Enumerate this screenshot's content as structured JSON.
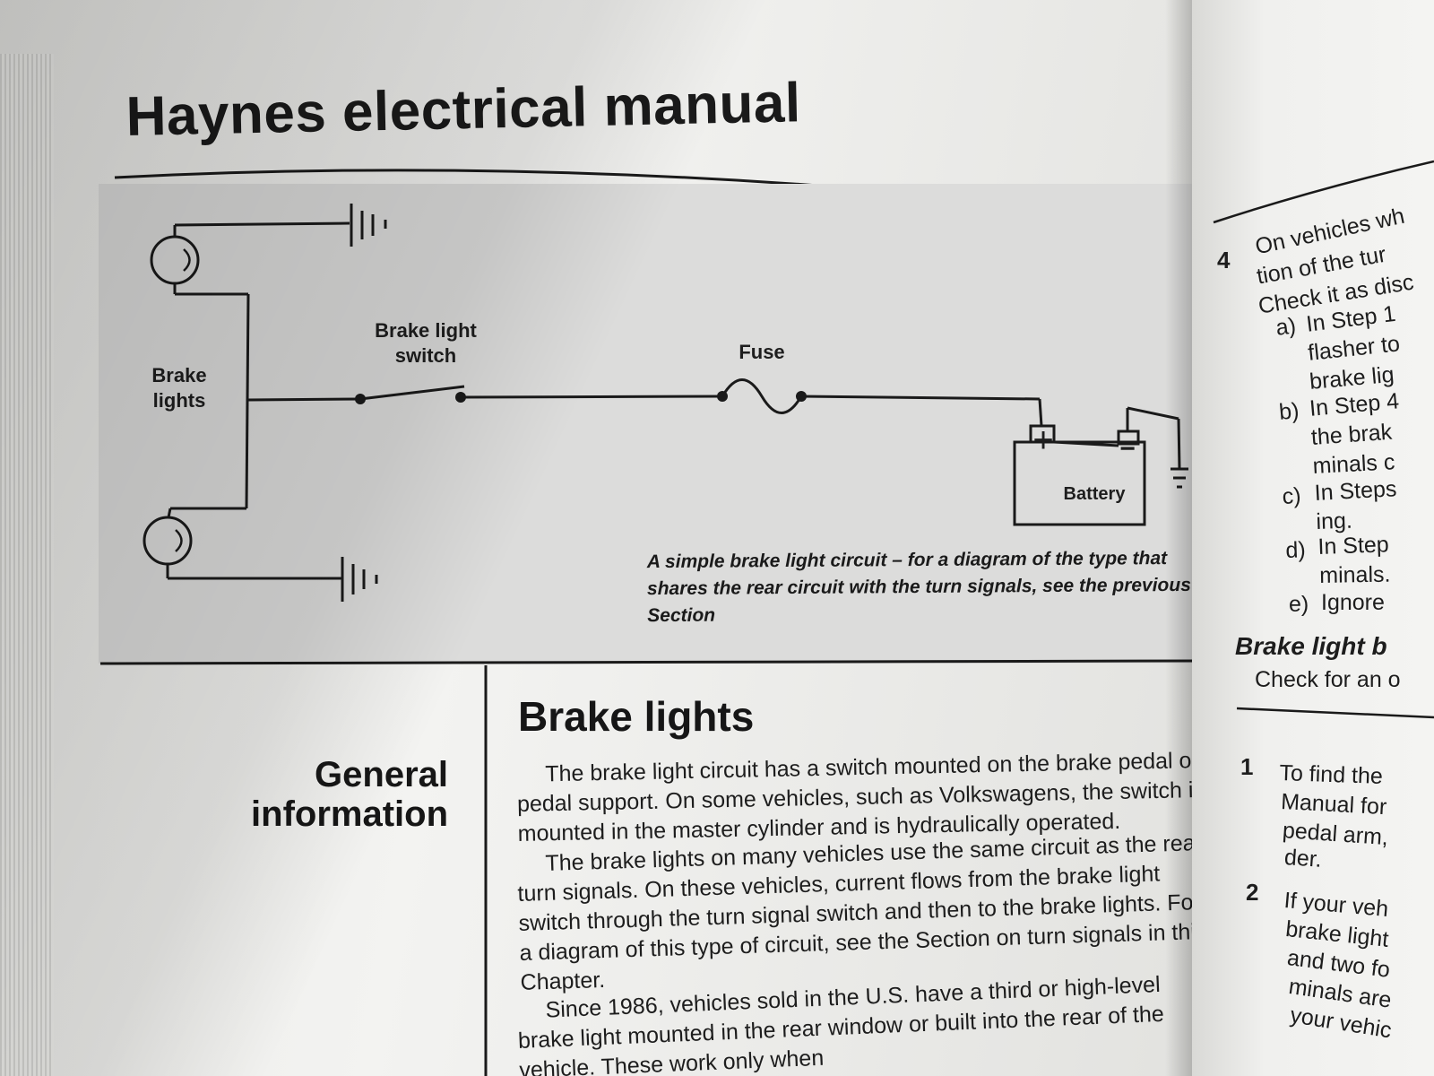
{
  "header": {
    "title": "Haynes electrical manual"
  },
  "diagram": {
    "labels": {
      "brake_lights": "Brake lights",
      "switch": "Brake light switch",
      "fuse": "Fuse",
      "battery": "Battery",
      "plus": "+",
      "minus": "−"
    },
    "caption": "A simple brake light circuit – for a diagram of the type that shares the rear circuit with the turn signals, see the previous Section"
  },
  "section": {
    "side_heading": "General information",
    "title": "Brake lights",
    "paragraphs": [
      "The brake light circuit has a switch mounted on the brake pedal or pedal support. On some vehicles, such as Volkswagens, the switch is mounted in the master cylinder and is hydraulically operated.",
      "The brake lights on many vehicles use the same circuit as the rear turn signals. On these vehicles, current flows from the brake light switch through the turn signal switch and then to the brake lights. For a diagram of this type of circuit, see the Section on turn signals in this Chapter.",
      "Since 1986, vehicles sold in the U.S. have a third or high-level brake light mounted in the rear window or built into the rear of the vehicle. These work only when"
    ]
  },
  "right_page": {
    "step4_number": "4",
    "step4_lines": [
      "On vehicles wh",
      "tion of the tur",
      "Check it as disc"
    ],
    "substeps": [
      {
        "label": "a)",
        "lines": [
          "In Step 1",
          "flasher to",
          "brake lig"
        ]
      },
      {
        "label": "b)",
        "lines": [
          "In Step 4",
          "the brak",
          "minals c"
        ]
      },
      {
        "label": "c)",
        "lines": [
          "In Steps",
          "ing."
        ]
      },
      {
        "label": "d)",
        "lines": [
          "In Step",
          "minals."
        ]
      },
      {
        "label": "e)",
        "lines": [
          "Ignore"
        ]
      }
    ],
    "subheading": "Brake light b",
    "subheading_text": "Check for an o",
    "step1_number": "1",
    "step1_lines": [
      "To find the",
      "Manual for",
      "pedal arm,",
      "der."
    ],
    "step2_number": "2",
    "step2_lines": [
      "If your veh",
      "brake light",
      "and two fo",
      "minals are",
      "your vehic"
    ]
  }
}
